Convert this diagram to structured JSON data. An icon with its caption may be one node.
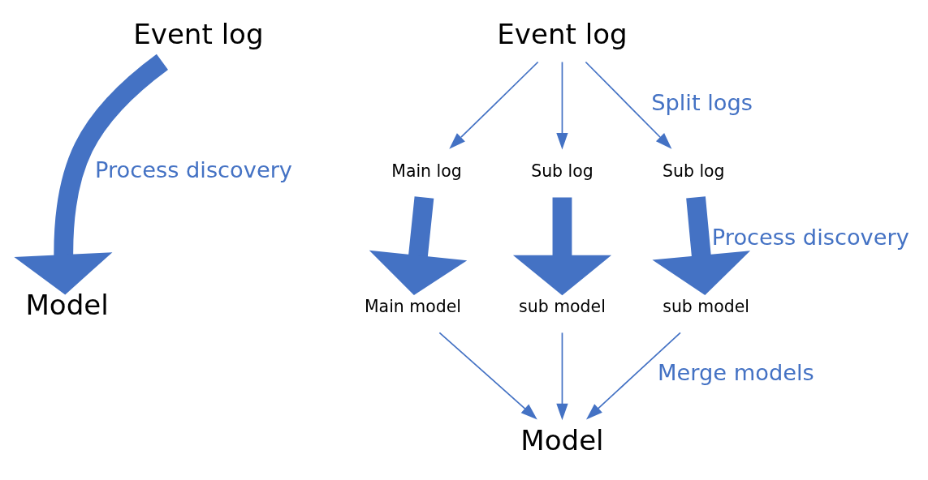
{
  "diagram": {
    "nodes": [
      {
        "text": [
          "Event log"
        ]
      },
      {
        "text": [
          "Model"
        ]
      },
      {
        "text": [
          "Event log"
        ]
      },
      {
        "text": [
          "Main log"
        ]
      },
      {
        "text": [
          "Sub log"
        ]
      },
      {
        "text": [
          "Sub log"
        ]
      },
      {
        "text": [
          "Main model"
        ]
      },
      {
        "text": [
          "sub model"
        ]
      },
      {
        "text": [
          "sub model"
        ]
      },
      {
        "text": [
          "Model"
        ]
      }
    ],
    "edges": [
      {
        "from": 0,
        "to": 1,
        "arrow": "to",
        "style": "thick",
        "label": "Process discovery"
      },
      {
        "from": 2,
        "to": 3,
        "arrow": "to"
      },
      {
        "from": 2,
        "to": 4,
        "arrow": "to"
      },
      {
        "from": 2,
        "to": 5,
        "arrow": "to",
        "label": "Split logs"
      },
      {
        "from": 3,
        "to": 6,
        "arrow": "to",
        "style": "thick"
      },
      {
        "from": 4,
        "to": 7,
        "arrow": "to",
        "style": "thick"
      },
      {
        "from": 5,
        "to": 8,
        "arrow": "to",
        "style": "thick",
        "label": "Process discovery"
      },
      {
        "from": 6,
        "to": 9,
        "arrow": "to"
      },
      {
        "from": 7,
        "to": 9,
        "arrow": "to"
      },
      {
        "from": 8,
        "to": 9,
        "arrow": "to",
        "label": "Merge models"
      }
    ]
  }
}
